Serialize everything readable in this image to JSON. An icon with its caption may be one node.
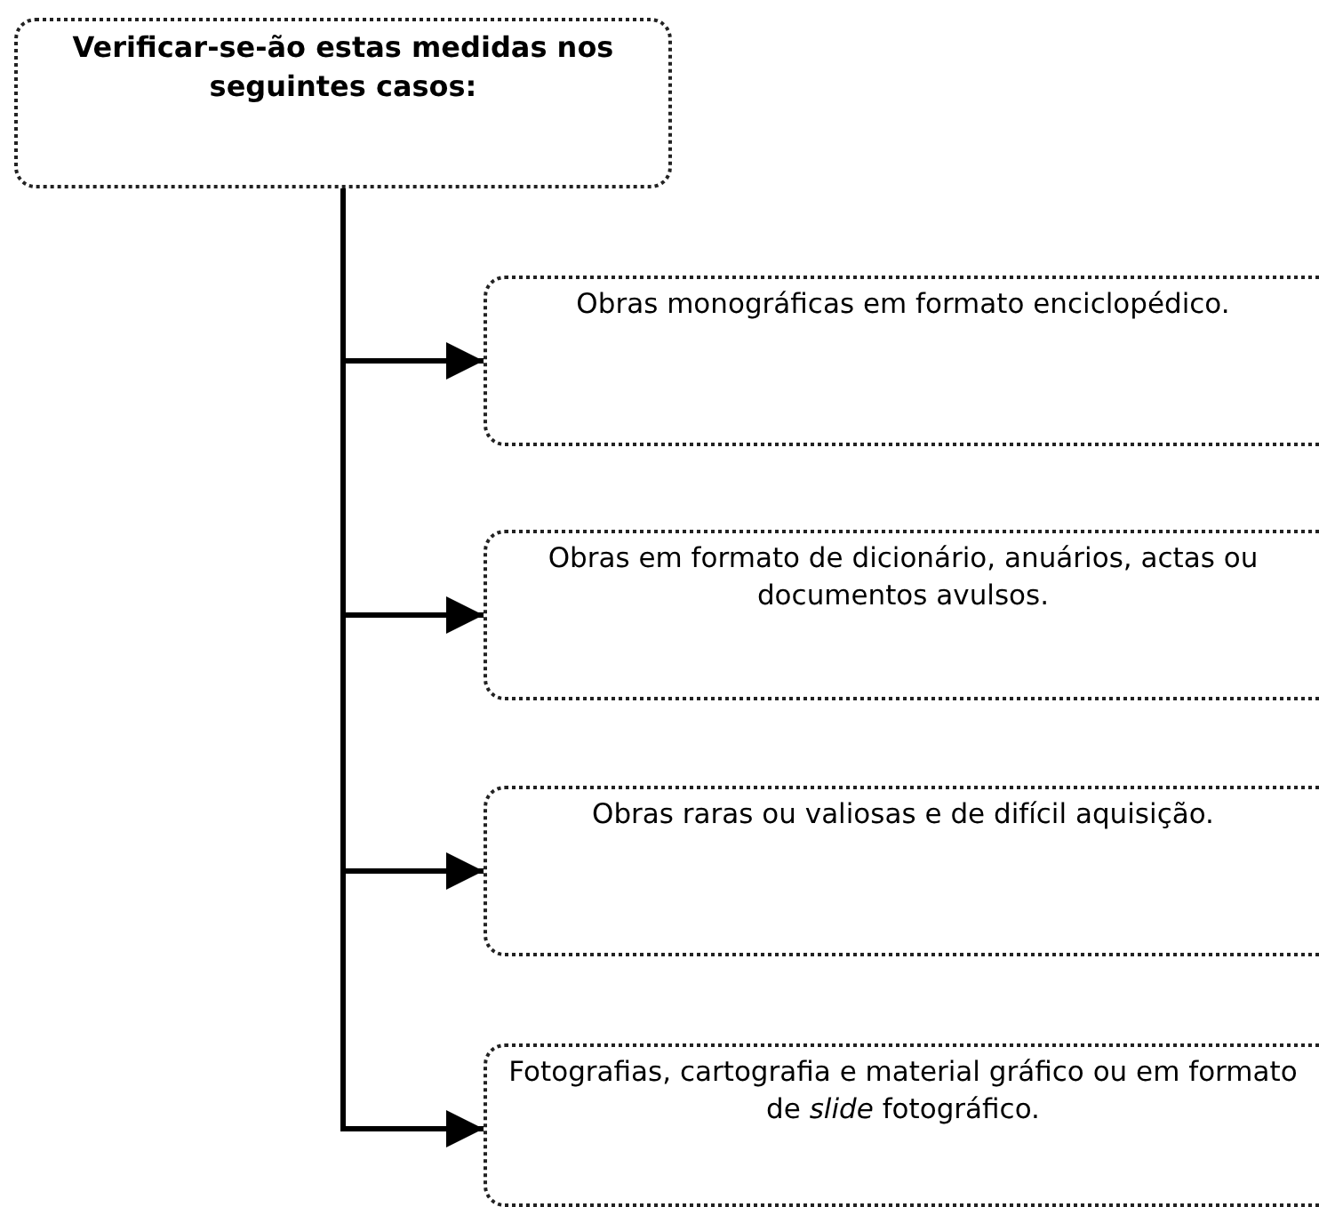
{
  "diagram": {
    "nodes": [
      {
        "text": [
          "Verificar-se-ão estas medidas nos seguintes casos:"
        ]
      },
      {
        "text": [
          "Obras monográficas em formato enciclopédico."
        ]
      },
      {
        "text": [
          "Obras em formato de dicionário, anuários, actas ou documentos avulsos."
        ]
      },
      {
        "text": [
          "Obras raras ou valiosas e de difícil aquisição."
        ]
      },
      {
        "text": [
          "Fotografias, cartografia e material gráfico ou em formato de *slide* fotográfico."
        ]
      }
    ],
    "edges": [
      {
        "from": 0,
        "to": 1,
        "arrow": "to"
      },
      {
        "from": 0,
        "to": 2,
        "arrow": "to"
      },
      {
        "from": 0,
        "to": 3,
        "arrow": "to"
      },
      {
        "from": 0,
        "to": 4,
        "arrow": "to"
      }
    ]
  }
}
